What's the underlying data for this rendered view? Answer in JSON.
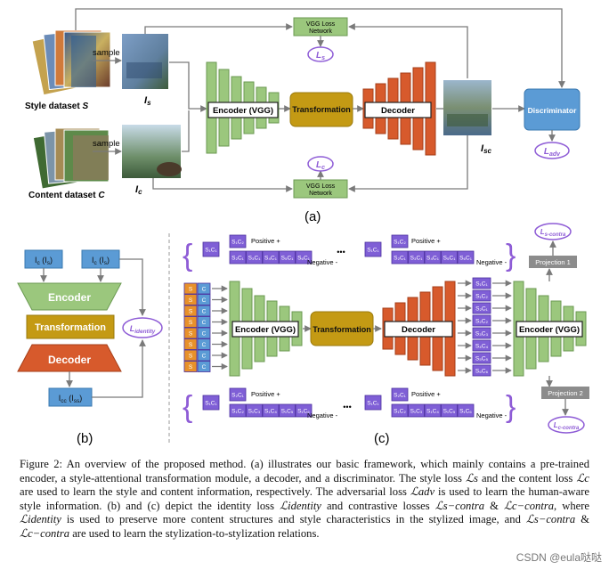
{
  "panel_a": {
    "label": "(a)",
    "style_dataset": "Style dataset",
    "style_dataset_symbol": "S",
    "content_dataset": "Content dataset",
    "content_dataset_symbol": "C",
    "sample_top": "sample",
    "sample_bottom": "sample",
    "is_label": "I",
    "is_sub": "s",
    "ic_label": "I",
    "ic_sub": "c",
    "isc_label": "I",
    "isc_sub": "sc",
    "encoder": "Encoder (VGG)",
    "transformation": "Transformation",
    "decoder": "Decoder",
    "discriminator": "Discriminator",
    "vgg_top_line1": "VGG Loss",
    "vgg_top_line2": "Network",
    "vgg_bottom_line1": "VGG Loss",
    "vgg_bottom_line2": "Network",
    "loss_s": "L",
    "loss_s_sub": "s",
    "loss_c": "L",
    "loss_c_sub": "c",
    "loss_adv": "L",
    "loss_adv_sub": "adv"
  },
  "panel_b": {
    "label": "(b)",
    "in1": "I",
    "in1_sub": "c",
    "in1_paren": "(I",
    "in1_paren_sub": "s",
    "in2": "I",
    "in2_sub": "c",
    "in2_paren": "(I",
    "in2_paren_sub": "s",
    "encoder": "Encoder",
    "transformation": "Transformation",
    "decoder": "Decoder",
    "out": "I",
    "out_sub": "cc",
    "out_paren": "(I",
    "out_paren_sub": "ss",
    "loss_identity": "L",
    "loss_identity_sub": "identity"
  },
  "panel_c": {
    "label": "(c)",
    "positive": "Positive +",
    "negative": "Negative -",
    "ellipsis": "•••",
    "encoder_left": "Encoder (VGG)",
    "transformation": "Transformation",
    "decoder": "Decoder",
    "encoder_right": "Encoder (VGG)",
    "projection1": "Projection 1",
    "projection2": "Projection 2",
    "loss_s_contra": "L",
    "loss_s_contra_sub": "s-contra",
    "loss_c_contra": "L",
    "loss_c_contra_sub": "c-contra",
    "token_top_anchor": "S₁C₁",
    "token_top_pos": "S₁C₂",
    "token_top_neg": [
      "S₂C₁",
      "S₃C₁",
      "S₄C₁",
      "S₅C₁",
      "S₆C₁"
    ],
    "token_top_anchor2": "S₁C₁",
    "token_top_pos2": "S₁C₂",
    "token_top_neg2": [
      "S₂C₁",
      "S₃C₁",
      "S₄C₁",
      "S₅C₁",
      "S₆C₁"
    ],
    "token_bot_anchor": "S₁C₁",
    "token_bot_pos": "S₂C₁",
    "token_bot_neg": [
      "S₁C₂",
      "S₁C₃",
      "S₁C₄",
      "S₁C₅",
      "S₁C₆"
    ],
    "token_bot_anchor2": "S₁C₁",
    "token_bot_pos2": "S₂C₁",
    "token_bot_neg2": [
      "S₁C₂",
      "S₁C₃",
      "S₁C₄",
      "S₁C₅",
      "S₁C₆"
    ],
    "input_s": [
      "S",
      "S",
      "S",
      "S",
      "S",
      "S",
      "S",
      "S"
    ],
    "input_c": [
      "C",
      "C",
      "C",
      "C",
      "C",
      "C",
      "C",
      "C"
    ],
    "mid_tokens": [
      "S₁C₁",
      "S₁C₂",
      "S₂C₁",
      "S₂C₂",
      "S₃C₃",
      "S₄C₄",
      "S₅C₅",
      "S₆C₆"
    ]
  },
  "caption": {
    "p1": "Figure 2: An overview of the proposed method. (a) illustrates our basic framework, which mainly contains a pre-trained encoder, a style-attentional transformation module, a decoder, and a discriminator. The style loss ",
    "ls": "ℒs",
    "p2": " and the content loss ",
    "lc": "ℒc",
    "p3": " are used to learn the style and content information, respectively. The adversarial loss ",
    "ladv": "ℒadv",
    "p4": " is used to learn the human-aware style information. (b) and (c) depict the identity loss ",
    "lid": "ℒidentity",
    "p5": " and contrastive losses ",
    "lsc": "ℒs−contra",
    "p6": " & ",
    "lcc": "ℒc−contra",
    "p7": ", where ",
    "lid2": "ℒidentity",
    "p8": " is used to preserve more content structures and style characteristics in the stylized image, and ",
    "lsc2": "ℒs−contra",
    "p9": " & ",
    "lcc2": "ℒc−contra",
    "p10": " are used to learn the stylization-to-stylization relations."
  },
  "watermark": "CSDN @eula哒哒",
  "colors": {
    "green": "#9bc77d",
    "orange_red": "#d75a2c",
    "gold": "#c49a14",
    "blue": "#5b9bd5",
    "purple": "#8e5cd6",
    "token_purple": "#7f5fd6",
    "orange": "#e8912a",
    "grey_box": "#8c8c8c"
  }
}
